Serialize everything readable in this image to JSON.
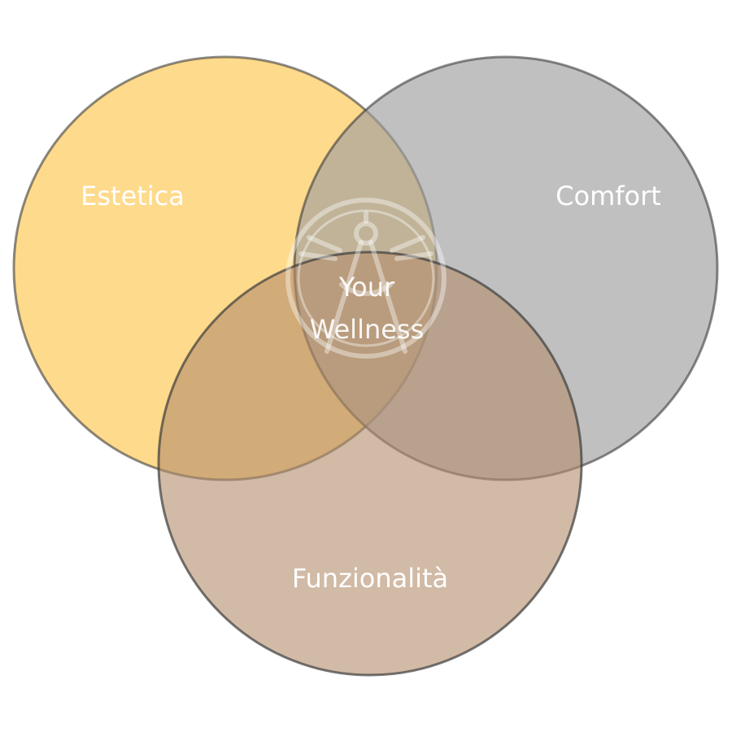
{
  "diagram": {
    "sets": [
      {
        "id": "estetica",
        "label": "Estetica",
        "color": "#FDC64E"
      },
      {
        "id": "comfort",
        "label": "Comfort",
        "color": "#9E9E9E"
      },
      {
        "id": "funzionalita",
        "label": "Funzionalità",
        "color": "#B28C6A"
      }
    ],
    "center": {
      "line1": "Your",
      "line2": "Wellness",
      "logo": "compass-wheel-logo"
    },
    "colors": {
      "outline": "#3C3C3C",
      "label": "#FFFFFF"
    }
  }
}
